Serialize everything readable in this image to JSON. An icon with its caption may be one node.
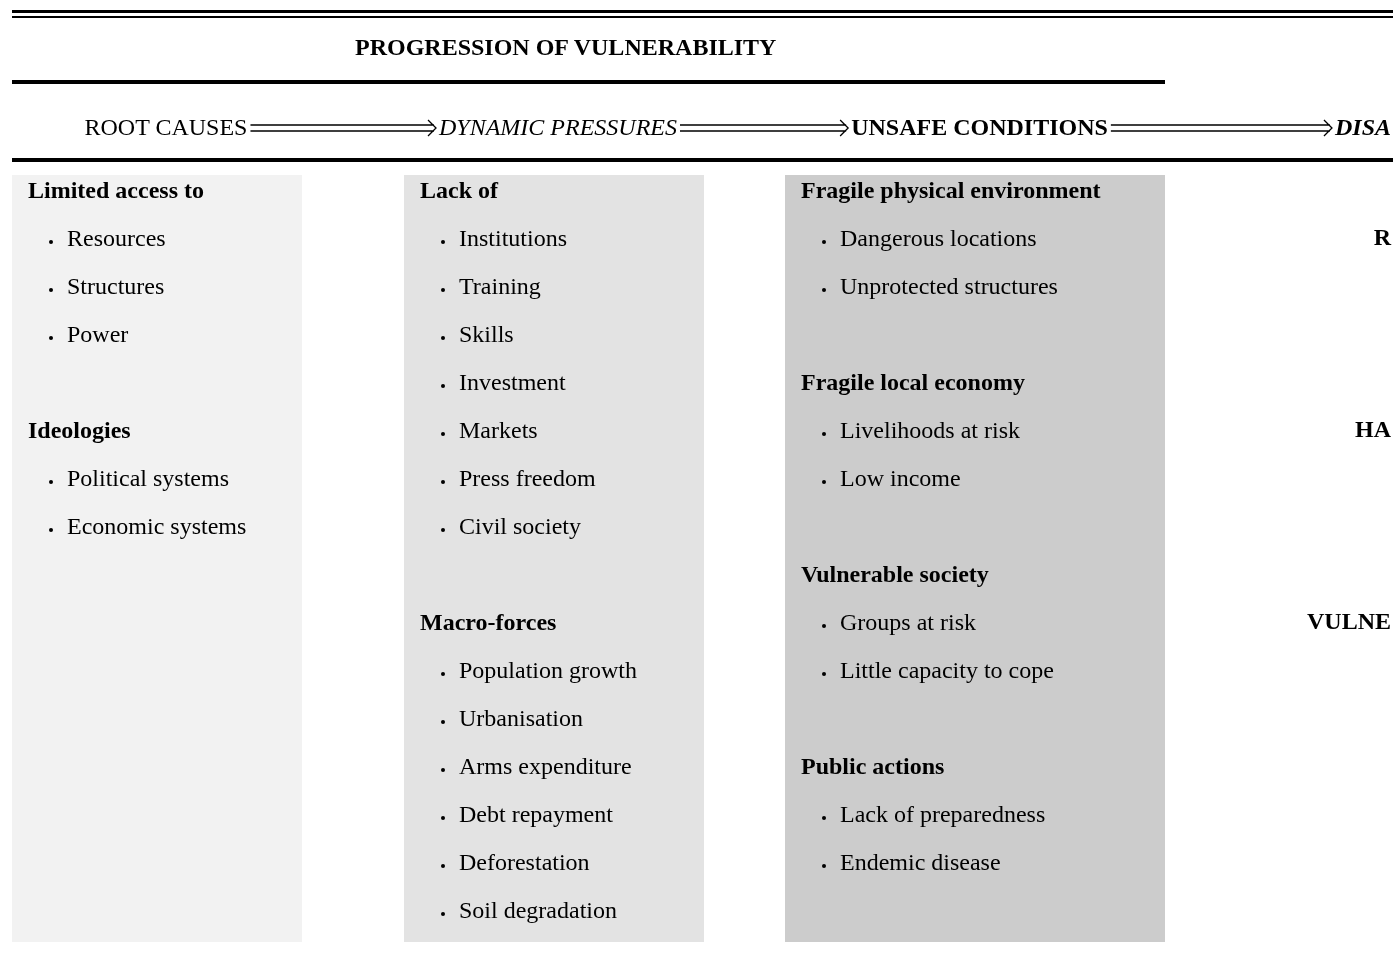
{
  "diagram": {
    "title": "PROGRESSION OF VULNERABILITY",
    "nodes": [
      {
        "text": [
          "ROOT CAUSES"
        ]
      },
      {
        "text": [
          "DYNAMIC PRESSURES"
        ]
      },
      {
        "text": [
          "UNSAFE CONDITIONS"
        ]
      },
      {
        "text": [
          "DISA"
        ]
      },
      {
        "text": [
          "Limited access to",
          "Resources",
          "Structures",
          "Power",
          "Ideologies",
          "Political systems",
          "Economic systems"
        ]
      },
      {
        "text": [
          "Lack of",
          "Institutions",
          "Training",
          "Skills",
          "Investment",
          "Markets",
          "Press freedom",
          "Civil society",
          "Macro-forces",
          "Population growth",
          "Urbanisation",
          "Arms expenditure",
          "Debt repayment",
          "Deforestation",
          "Soil degradation"
        ]
      },
      {
        "text": [
          "Fragile physical environment",
          "Dangerous locations",
          "Unprotected structures",
          "Fragile local economy",
          "Livelihoods at risk",
          "Low income",
          "Vulnerable society",
          "Groups at risk",
          "Little capacity to cope",
          "Public actions",
          "Lack of preparedness",
          "Endemic disease"
        ]
      }
    ],
    "edges": [
      {
        "from": 0,
        "to": 1,
        "arrow": "to"
      },
      {
        "from": 1,
        "to": 2,
        "arrow": "to"
      },
      {
        "from": 2,
        "to": 3,
        "arrow": "to"
      }
    ],
    "labels": [
      "R",
      "HA",
      "VULNE"
    ]
  }
}
